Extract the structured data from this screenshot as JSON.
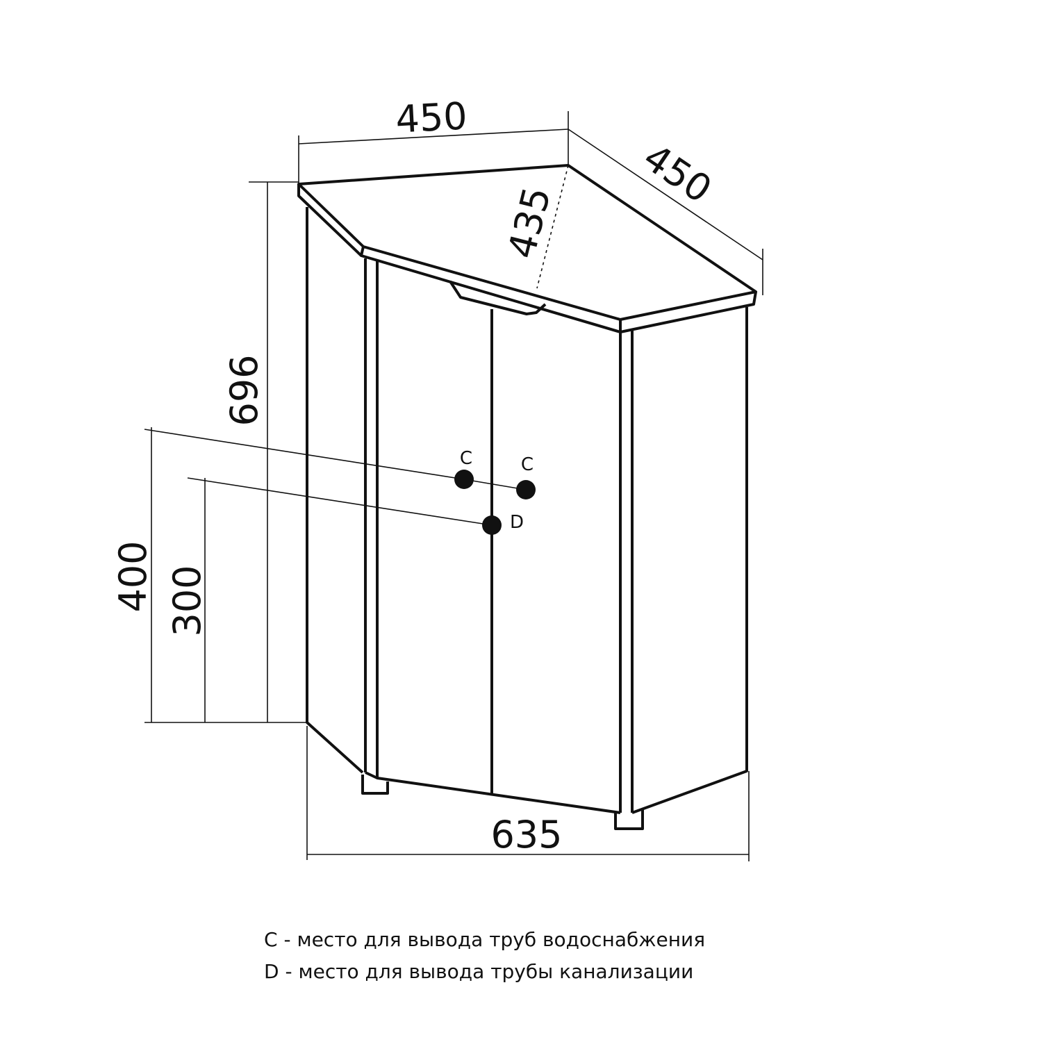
{
  "dimensions": {
    "top_width": "450",
    "side_depth": "450",
    "diagonal": "435",
    "height": "696",
    "c_height": "400",
    "d_height": "300",
    "front_width": "635"
  },
  "points": {
    "c_left": "C",
    "c_right": "C",
    "d": "D"
  },
  "legend": [
    "C - место для вывода труб водоснабжения",
    "D - место для вывода трубы канализации"
  ]
}
